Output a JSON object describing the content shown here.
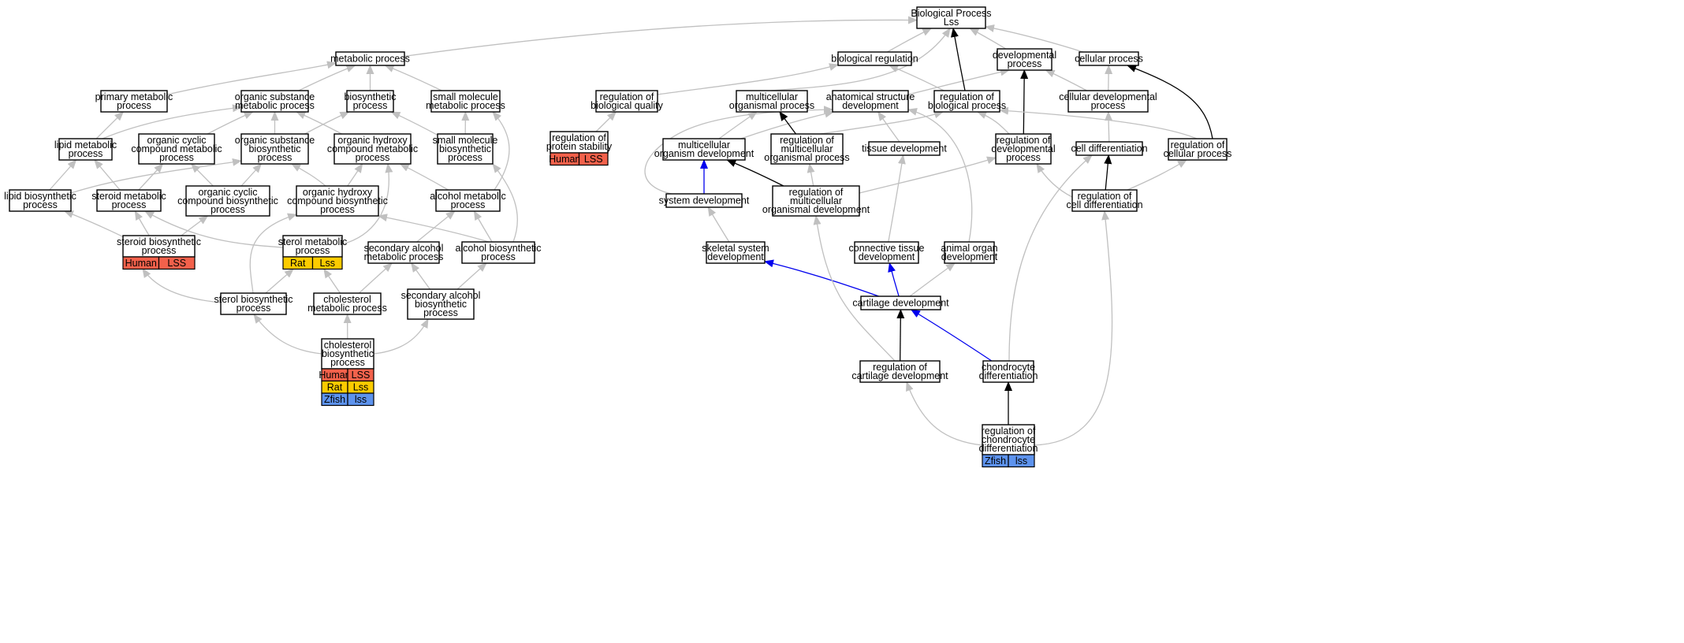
{
  "diagram": {
    "colors": {
      "gray_edge": "#c0c0c0",
      "black_edge": "#000000",
      "blue_edge": "#0000ee",
      "human": "#f2614b",
      "rat": "#fccb00",
      "zfish": "#5d93ee"
    },
    "nodes": [
      {
        "id": "bp",
        "lines": [
          "Biological Process",
          "Lss"
        ]
      },
      {
        "id": "metabolic",
        "lines": [
          "metabolic process"
        ]
      },
      {
        "id": "bioreg",
        "lines": [
          "biological regulation"
        ]
      },
      {
        "id": "developmental",
        "lines": [
          "developmental",
          "process"
        ]
      },
      {
        "id": "cellular",
        "lines": [
          "cellular process"
        ]
      },
      {
        "id": "primary_met",
        "lines": [
          "primary metabolic",
          "process"
        ]
      },
      {
        "id": "org_sub_met",
        "lines": [
          "organic substance",
          "metabolic process"
        ]
      },
      {
        "id": "biosynthetic",
        "lines": [
          "biosynthetic",
          "process"
        ]
      },
      {
        "id": "small_mol_met",
        "lines": [
          "small molecule",
          "metabolic process"
        ]
      },
      {
        "id": "reg_bio_quality",
        "lines": [
          "regulation of",
          "biological quality"
        ]
      },
      {
        "id": "multi_org_proc",
        "lines": [
          "multicellular",
          "organismal process"
        ]
      },
      {
        "id": "anat_struct",
        "lines": [
          "anatomical structure",
          "development"
        ]
      },
      {
        "id": "reg_bio_proc",
        "lines": [
          "regulation of",
          "biological process"
        ]
      },
      {
        "id": "cell_dev_proc",
        "lines": [
          "cellular developmental",
          "process"
        ]
      },
      {
        "id": "lipid_met",
        "lines": [
          "lipid metabolic",
          "process"
        ]
      },
      {
        "id": "org_cyc_met",
        "lines": [
          "organic cyclic",
          "compound metabolic",
          "process"
        ]
      },
      {
        "id": "org_sub_bio",
        "lines": [
          "organic substance",
          "biosynthetic",
          "process"
        ]
      },
      {
        "id": "org_hyd_met",
        "lines": [
          "organic hydroxy",
          "compound metabolic",
          "process"
        ]
      },
      {
        "id": "small_mol_bio",
        "lines": [
          "small molecule",
          "biosynthetic",
          "process"
        ]
      },
      {
        "id": "reg_prot_stab",
        "lines": [
          "regulation of",
          "protein stability"
        ],
        "rows": [
          [
            "Human",
            "LSS",
            "human"
          ]
        ]
      },
      {
        "id": "multi_org_dev",
        "lines": [
          "multicellular",
          "organism development"
        ]
      },
      {
        "id": "reg_multi_proc",
        "lines": [
          "regulation of",
          "multicellular",
          "organismal process"
        ]
      },
      {
        "id": "tissue_dev",
        "lines": [
          "tissue development"
        ]
      },
      {
        "id": "reg_dev_proc",
        "lines": [
          "regulation of",
          "developmental",
          "process"
        ]
      },
      {
        "id": "cell_diff",
        "lines": [
          "cell differentiation"
        ]
      },
      {
        "id": "reg_cell_proc",
        "lines": [
          "regulation of",
          "cellular process"
        ]
      },
      {
        "id": "lipid_bio",
        "lines": [
          "lipid biosynthetic",
          "process"
        ]
      },
      {
        "id": "steroid_met",
        "lines": [
          "steroid metabolic",
          "process"
        ]
      },
      {
        "id": "org_cyc_bio",
        "lines": [
          "organic cyclic",
          "compound biosynthetic",
          "process"
        ]
      },
      {
        "id": "org_hyd_bio",
        "lines": [
          "organic hydroxy",
          "compound biosynthetic",
          "process"
        ]
      },
      {
        "id": "alcohol_met",
        "lines": [
          "alcohol metabolic",
          "process"
        ]
      },
      {
        "id": "system_dev",
        "lines": [
          "system development"
        ]
      },
      {
        "id": "reg_multi_dev",
        "lines": [
          "regulation of",
          "multicellular",
          "organismal development"
        ]
      },
      {
        "id": "reg_cell_diff",
        "lines": [
          "regulation of",
          "cell differentiation"
        ]
      },
      {
        "id": "steroid_bio",
        "lines": [
          "steroid biosynthetic",
          "process"
        ],
        "rows": [
          [
            "Human",
            "LSS",
            "human"
          ]
        ]
      },
      {
        "id": "sterol_met",
        "lines": [
          "sterol metabolic",
          "process"
        ],
        "rows": [
          [
            "Rat",
            "Lss",
            "rat"
          ]
        ]
      },
      {
        "id": "sec_alc_met",
        "lines": [
          "secondary alcohol",
          "metabolic process"
        ]
      },
      {
        "id": "alcohol_bio",
        "lines": [
          "alcohol biosynthetic",
          "process"
        ]
      },
      {
        "id": "skeletal_dev",
        "lines": [
          "skeletal system",
          "development"
        ]
      },
      {
        "id": "conn_tissue",
        "lines": [
          "connective tissue",
          "development"
        ]
      },
      {
        "id": "animal_organ",
        "lines": [
          "animal organ",
          "development"
        ]
      },
      {
        "id": "sterol_bio",
        "lines": [
          "sterol biosynthetic",
          "process"
        ]
      },
      {
        "id": "chol_met",
        "lines": [
          "cholesterol",
          "metabolic process"
        ]
      },
      {
        "id": "sec_alc_bio",
        "lines": [
          "secondary alcohol",
          "biosynthetic",
          "process"
        ]
      },
      {
        "id": "cartilage_dev",
        "lines": [
          "cartilage development"
        ]
      },
      {
        "id": "chol_bio",
        "lines": [
          "cholesterol",
          "biosynthetic",
          "process"
        ],
        "rows": [
          [
            "Human",
            "LSS",
            "human"
          ],
          [
            "Rat",
            "Lss",
            "rat"
          ],
          [
            "Zfish",
            "lss",
            "zfish"
          ]
        ]
      },
      {
        "id": "reg_cart_dev",
        "lines": [
          "regulation of",
          "cartilage development"
        ]
      },
      {
        "id": "chondro_diff",
        "lines": [
          "chondrocyte",
          "differentiation"
        ]
      },
      {
        "id": "reg_chondro_diff",
        "lines": [
          "regulation of",
          "chondrocyte",
          "differentiation"
        ],
        "rows": [
          [
            "Zfish",
            "lss",
            "zfish"
          ]
        ]
      }
    ],
    "edges": [
      [
        "metabolic",
        "bp",
        "gray"
      ],
      [
        "bioreg",
        "bp",
        "gray"
      ],
      [
        "developmental",
        "bp",
        "gray"
      ],
      [
        "cellular",
        "bp",
        "gray"
      ],
      [
        "primary_met",
        "metabolic",
        "gray"
      ],
      [
        "org_sub_met",
        "metabolic",
        "gray"
      ],
      [
        "biosynthetic",
        "metabolic",
        "gray"
      ],
      [
        "small_mol_met",
        "metabolic",
        "gray"
      ],
      [
        "reg_bio_quality",
        "bioreg",
        "gray"
      ],
      [
        "multi_org_proc",
        "bp",
        "gray"
      ],
      [
        "anat_struct",
        "developmental",
        "gray"
      ],
      [
        "reg_bio_proc",
        "bioreg",
        "gray"
      ],
      [
        "reg_bio_proc",
        "bp",
        "black"
      ],
      [
        "cell_dev_proc",
        "developmental",
        "gray"
      ],
      [
        "cell_dev_proc",
        "cellular",
        "gray"
      ],
      [
        "lipid_met",
        "primary_met",
        "gray"
      ],
      [
        "lipid_met",
        "org_sub_met",
        "gray"
      ],
      [
        "org_cyc_met",
        "org_sub_met",
        "gray"
      ],
      [
        "org_sub_bio",
        "org_sub_met",
        "gray"
      ],
      [
        "org_sub_bio",
        "biosynthetic",
        "gray"
      ],
      [
        "org_hyd_met",
        "org_sub_met",
        "gray"
      ],
      [
        "small_mol_bio",
        "small_mol_met",
        "gray"
      ],
      [
        "small_mol_bio",
        "biosynthetic",
        "gray"
      ],
      [
        "reg_prot_stab",
        "reg_bio_quality",
        "gray"
      ],
      [
        "multi_org_dev",
        "multi_org_proc",
        "gray"
      ],
      [
        "multi_org_dev",
        "anat_struct",
        "gray"
      ],
      [
        "reg_multi_proc",
        "multi_org_proc",
        "black"
      ],
      [
        "reg_multi_proc",
        "reg_bio_proc",
        "gray"
      ],
      [
        "tissue_dev",
        "anat_struct",
        "gray"
      ],
      [
        "reg_dev_proc",
        "reg_bio_proc",
        "gray"
      ],
      [
        "reg_dev_proc",
        "developmental",
        "black"
      ],
      [
        "cell_diff",
        "cell_dev_proc",
        "gray"
      ],
      [
        "reg_cell_proc",
        "reg_bio_proc",
        "gray"
      ],
      [
        "reg_cell_proc",
        "cellular",
        "black"
      ],
      [
        "lipid_bio",
        "lipid_met",
        "gray"
      ],
      [
        "lipid_bio",
        "org_sub_bio",
        "gray"
      ],
      [
        "steroid_met",
        "lipid_met",
        "gray"
      ],
      [
        "steroid_met",
        "org_cyc_met",
        "gray"
      ],
      [
        "org_cyc_bio",
        "org_cyc_met",
        "gray"
      ],
      [
        "org_cyc_bio",
        "org_sub_bio",
        "gray"
      ],
      [
        "org_hyd_bio",
        "org_hyd_met",
        "gray"
      ],
      [
        "org_hyd_bio",
        "org_sub_bio",
        "gray"
      ],
      [
        "alcohol_met",
        "org_hyd_met",
        "gray"
      ],
      [
        "alcohol_met",
        "small_mol_met",
        "gray"
      ],
      [
        "system_dev",
        "multi_org_dev",
        "blue"
      ],
      [
        "system_dev",
        "anat_struct",
        "gray"
      ],
      [
        "reg_multi_dev",
        "multi_org_dev",
        "black"
      ],
      [
        "reg_multi_dev",
        "reg_multi_proc",
        "gray"
      ],
      [
        "reg_multi_dev",
        "reg_dev_proc",
        "gray"
      ],
      [
        "reg_cell_diff",
        "reg_dev_proc",
        "gray"
      ],
      [
        "reg_cell_diff",
        "cell_diff",
        "black"
      ],
      [
        "reg_cell_diff",
        "reg_cell_proc",
        "gray"
      ],
      [
        "steroid_bio",
        "steroid_met",
        "gray"
      ],
      [
        "steroid_bio",
        "lipid_bio",
        "gray"
      ],
      [
        "steroid_bio",
        "org_cyc_bio",
        "gray"
      ],
      [
        "sterol_met",
        "steroid_met",
        "gray"
      ],
      [
        "sterol_met",
        "org_hyd_met",
        "gray"
      ],
      [
        "sec_alc_met",
        "alcohol_met",
        "gray"
      ],
      [
        "alcohol_bio",
        "alcohol_met",
        "gray"
      ],
      [
        "alcohol_bio",
        "small_mol_bio",
        "gray"
      ],
      [
        "alcohol_bio",
        "org_hyd_bio",
        "gray"
      ],
      [
        "skeletal_dev",
        "system_dev",
        "gray"
      ],
      [
        "conn_tissue",
        "tissue_dev",
        "gray"
      ],
      [
        "animal_organ",
        "anat_struct",
        "gray"
      ],
      [
        "sterol_bio",
        "sterol_met",
        "gray"
      ],
      [
        "sterol_bio",
        "steroid_bio",
        "gray"
      ],
      [
        "sterol_bio",
        "org_hyd_bio",
        "gray"
      ],
      [
        "chol_met",
        "sterol_met",
        "gray"
      ],
      [
        "chol_met",
        "sec_alc_met",
        "gray"
      ],
      [
        "sec_alc_bio",
        "sec_alc_met",
        "gray"
      ],
      [
        "sec_alc_bio",
        "alcohol_bio",
        "gray"
      ],
      [
        "cartilage_dev",
        "skeletal_dev",
        "blue"
      ],
      [
        "cartilage_dev",
        "conn_tissue",
        "blue"
      ],
      [
        "cartilage_dev",
        "animal_organ",
        "gray"
      ],
      [
        "chol_bio",
        "chol_met",
        "gray"
      ],
      [
        "chol_bio",
        "sterol_bio",
        "gray"
      ],
      [
        "chol_bio",
        "sec_alc_bio",
        "gray"
      ],
      [
        "reg_cart_dev",
        "cartilage_dev",
        "black"
      ],
      [
        "reg_cart_dev",
        "reg_multi_dev",
        "gray"
      ],
      [
        "chondro_diff",
        "cartilage_dev",
        "blue"
      ],
      [
        "chondro_diff",
        "cell_diff",
        "gray"
      ],
      [
        "reg_chondro_diff",
        "chondro_diff",
        "black"
      ],
      [
        "reg_chondro_diff",
        "reg_cart_dev",
        "gray"
      ],
      [
        "reg_chondro_diff",
        "reg_cell_diff",
        "gray"
      ]
    ]
  }
}
